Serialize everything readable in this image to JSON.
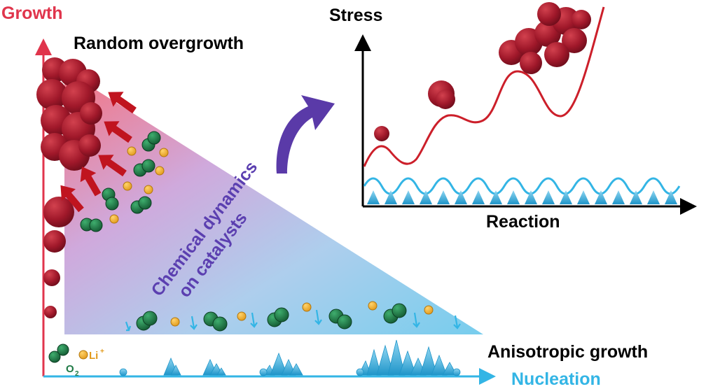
{
  "left_axes": {
    "y_label": "Growth",
    "x_label": "Nucleation",
    "y_color": "#e0354c",
    "x_color": "#33b5e5"
  },
  "labels": {
    "random_overgrowth": "Random overgrowth",
    "anisotropic_growth": "Anisotropic growth",
    "chemical_dynamics_line1": "Chemical dynamics",
    "chemical_dynamics_line2": "on catalysts",
    "chemical_dynamics_color": "#5b3fb0"
  },
  "legend": {
    "li_label": "Li",
    "li_sup": "+",
    "o2_label": "O",
    "o2_sub": "2",
    "li_color": "#f2b233",
    "o2_color": "#1f7a46"
  },
  "right_plot": {
    "y_label": "Stress",
    "x_label": "Reaction",
    "stress_curve_color": "#cc1f2a",
    "wave_color": "#33b5e5"
  },
  "colors": {
    "particle_dark": "#8a1322",
    "particle_mid": "#b5202f",
    "arrow_red": "#c0141f",
    "curved_arrow": "#5a3aa8"
  }
}
